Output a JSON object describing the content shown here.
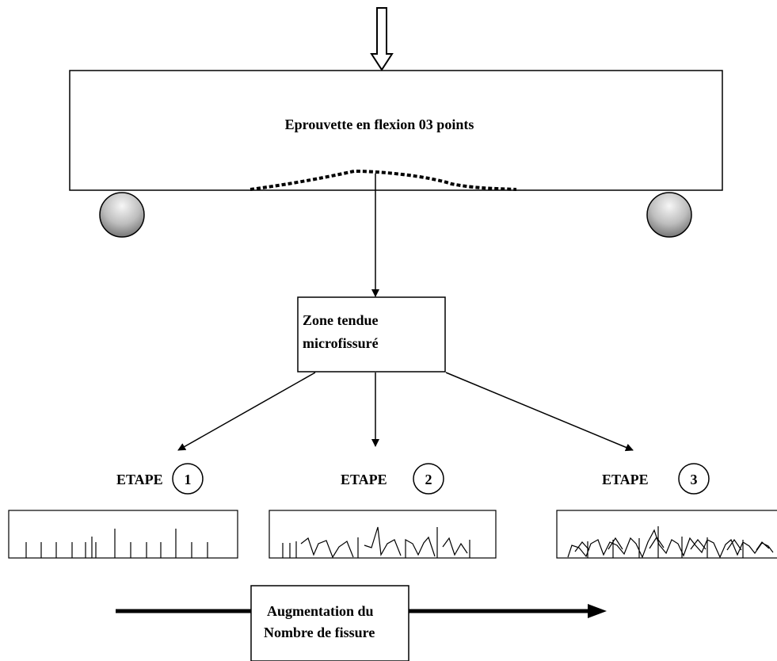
{
  "beam": {
    "label": "Eprouvette en flexion 03 points"
  },
  "zone": {
    "line1": "Zone tendue",
    "line2": "microfissuré"
  },
  "stages": [
    {
      "label": "ETAPE",
      "number": "1"
    },
    {
      "label": "ETAPE",
      "number": "2"
    },
    {
      "label": "ETAPE",
      "number": "3"
    }
  ],
  "growth": {
    "line1": "Augmentation du",
    "line2": "Nombre de fissure"
  }
}
